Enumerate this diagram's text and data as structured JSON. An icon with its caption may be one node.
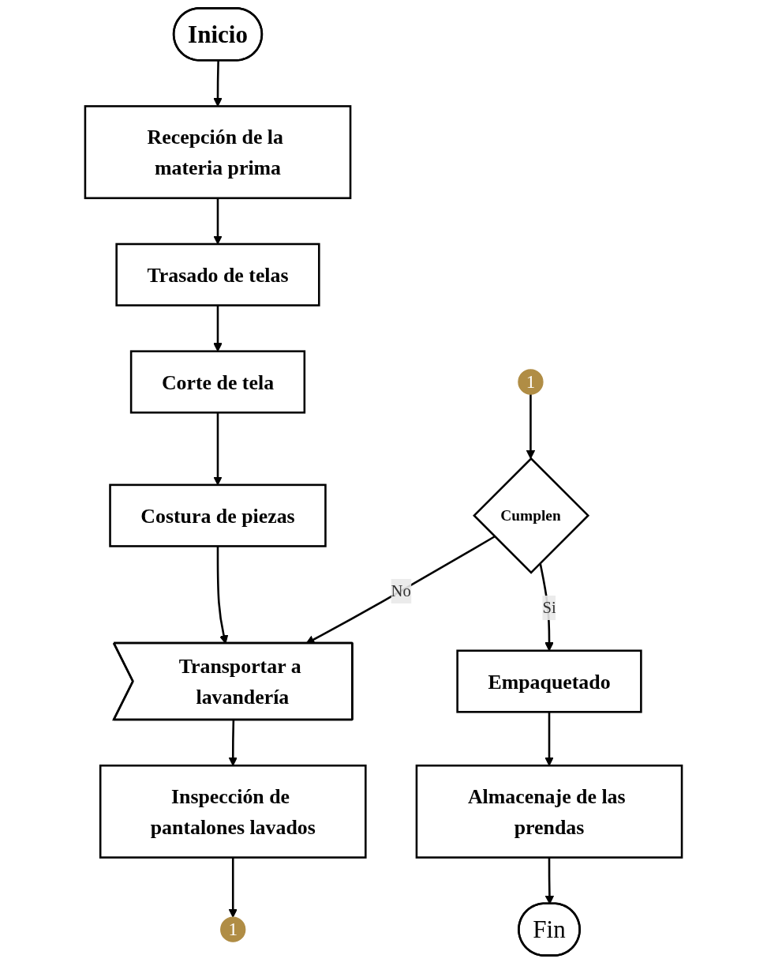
{
  "diagram": {
    "nodes": [
      {
        "text": [
          "Inicio"
        ]
      },
      {
        "text": [
          "Recepción de la materia prima"
        ]
      },
      {
        "text": [
          "Trasado de telas"
        ]
      },
      {
        "text": [
          "Corte de tela"
        ]
      },
      {
        "text": [
          "Costura de piezas"
        ]
      },
      {
        "text": [
          "Transportar a lavandería"
        ]
      },
      {
        "text": [
          "Inspección de pantalones lavados"
        ]
      },
      {
        "text": [
          "1"
        ]
      },
      {
        "text": [
          "1"
        ]
      },
      {
        "text": [
          "Cumplen"
        ]
      },
      {
        "text": [
          "Empaquetado"
        ]
      },
      {
        "text": [
          "Almacenaje de las prendas"
        ]
      },
      {
        "text": [
          "Fin"
        ]
      }
    ],
    "edges": [
      {
        "from": 0,
        "to": 1,
        "arrow": "to"
      },
      {
        "from": 1,
        "to": 2,
        "arrow": "to"
      },
      {
        "from": 2,
        "to": 3,
        "arrow": "to"
      },
      {
        "from": 3,
        "to": 4,
        "arrow": "to"
      },
      {
        "from": 4,
        "to": 5,
        "arrow": "to"
      },
      {
        "from": 5,
        "to": 6,
        "arrow": "to"
      },
      {
        "from": 6,
        "to": 7,
        "arrow": "to"
      },
      {
        "from": 8,
        "to": 9,
        "arrow": "to"
      },
      {
        "from": 9,
        "to": 5,
        "label": "No",
        "arrow": "to"
      },
      {
        "from": 9,
        "to": 10,
        "label": "Si",
        "arrow": "to"
      },
      {
        "from": 10,
        "to": 11,
        "arrow": "to"
      },
      {
        "from": 11,
        "to": 12,
        "arrow": "to"
      }
    ]
  }
}
